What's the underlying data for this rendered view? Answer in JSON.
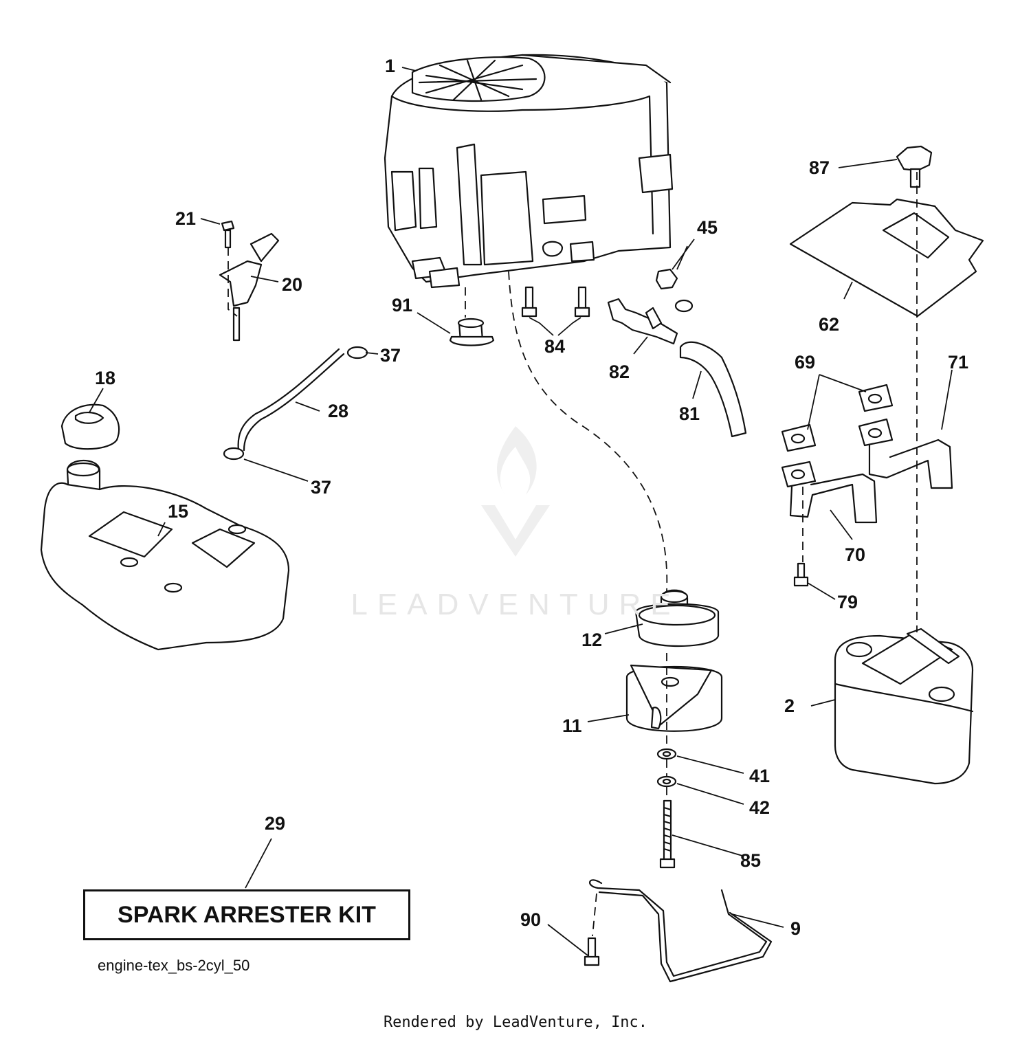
{
  "callouts": {
    "c1": "1",
    "c2": "2",
    "c9": "9",
    "c11": "11",
    "c12": "12",
    "c15": "15",
    "c18": "18",
    "c20": "20",
    "c21": "21",
    "c28": "28",
    "c29": "29",
    "c37a": "37",
    "c37b": "37",
    "c41": "41",
    "c42": "42",
    "c45": "45",
    "c62": "62",
    "c69": "69",
    "c70": "70",
    "c71": "71",
    "c79": "79",
    "c81": "81",
    "c82": "82",
    "c84": "84",
    "c85": "85",
    "c87": "87",
    "c90": "90",
    "c91": "91"
  },
  "kit_label": "SPARK ARRESTER KIT",
  "diagram_id": "engine-tex_bs-2cyl_50",
  "footer": "Rendered by LeadVenture, Inc.",
  "watermark": "LEADVENTURE"
}
